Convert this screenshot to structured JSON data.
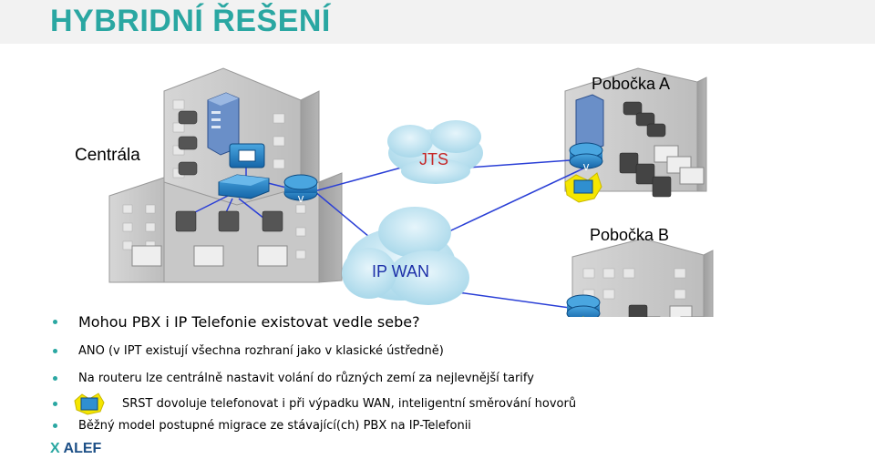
{
  "title": "HYBRIDNÍ ŘEŠENÍ",
  "diagram": {
    "labels": {
      "centrala": "Centrála",
      "jts": "JTS",
      "ip_wan": "IP WAN",
      "pobocka_a": "Pobočka A",
      "pobocka_b": "Pobočka B"
    }
  },
  "bullets": [
    "Mohou PBX i IP Telefonie existovat vedle sebe?",
    "ANO (v IPT existují všechna rozhraní jako v klasické ústředně)",
    "Na routeru lze centrálně nastavit volání do různých zemí za nejlevnější tarify",
    "SRST dovoluje telefonovat i při výpadku WAN, inteligentní směrování hovorů",
    "Běžný model postupné migrace ze stávající(ch) PBX na IP-Telefonii"
  ],
  "logo": {
    "mark": "X",
    "text": "ALEF"
  },
  "colors": {
    "title": "#2aa7a2",
    "bullet": "#2aa7a2",
    "cloud": "#bfe3ef",
    "link": "#2a3fd6",
    "router": "#1f7fbf"
  }
}
